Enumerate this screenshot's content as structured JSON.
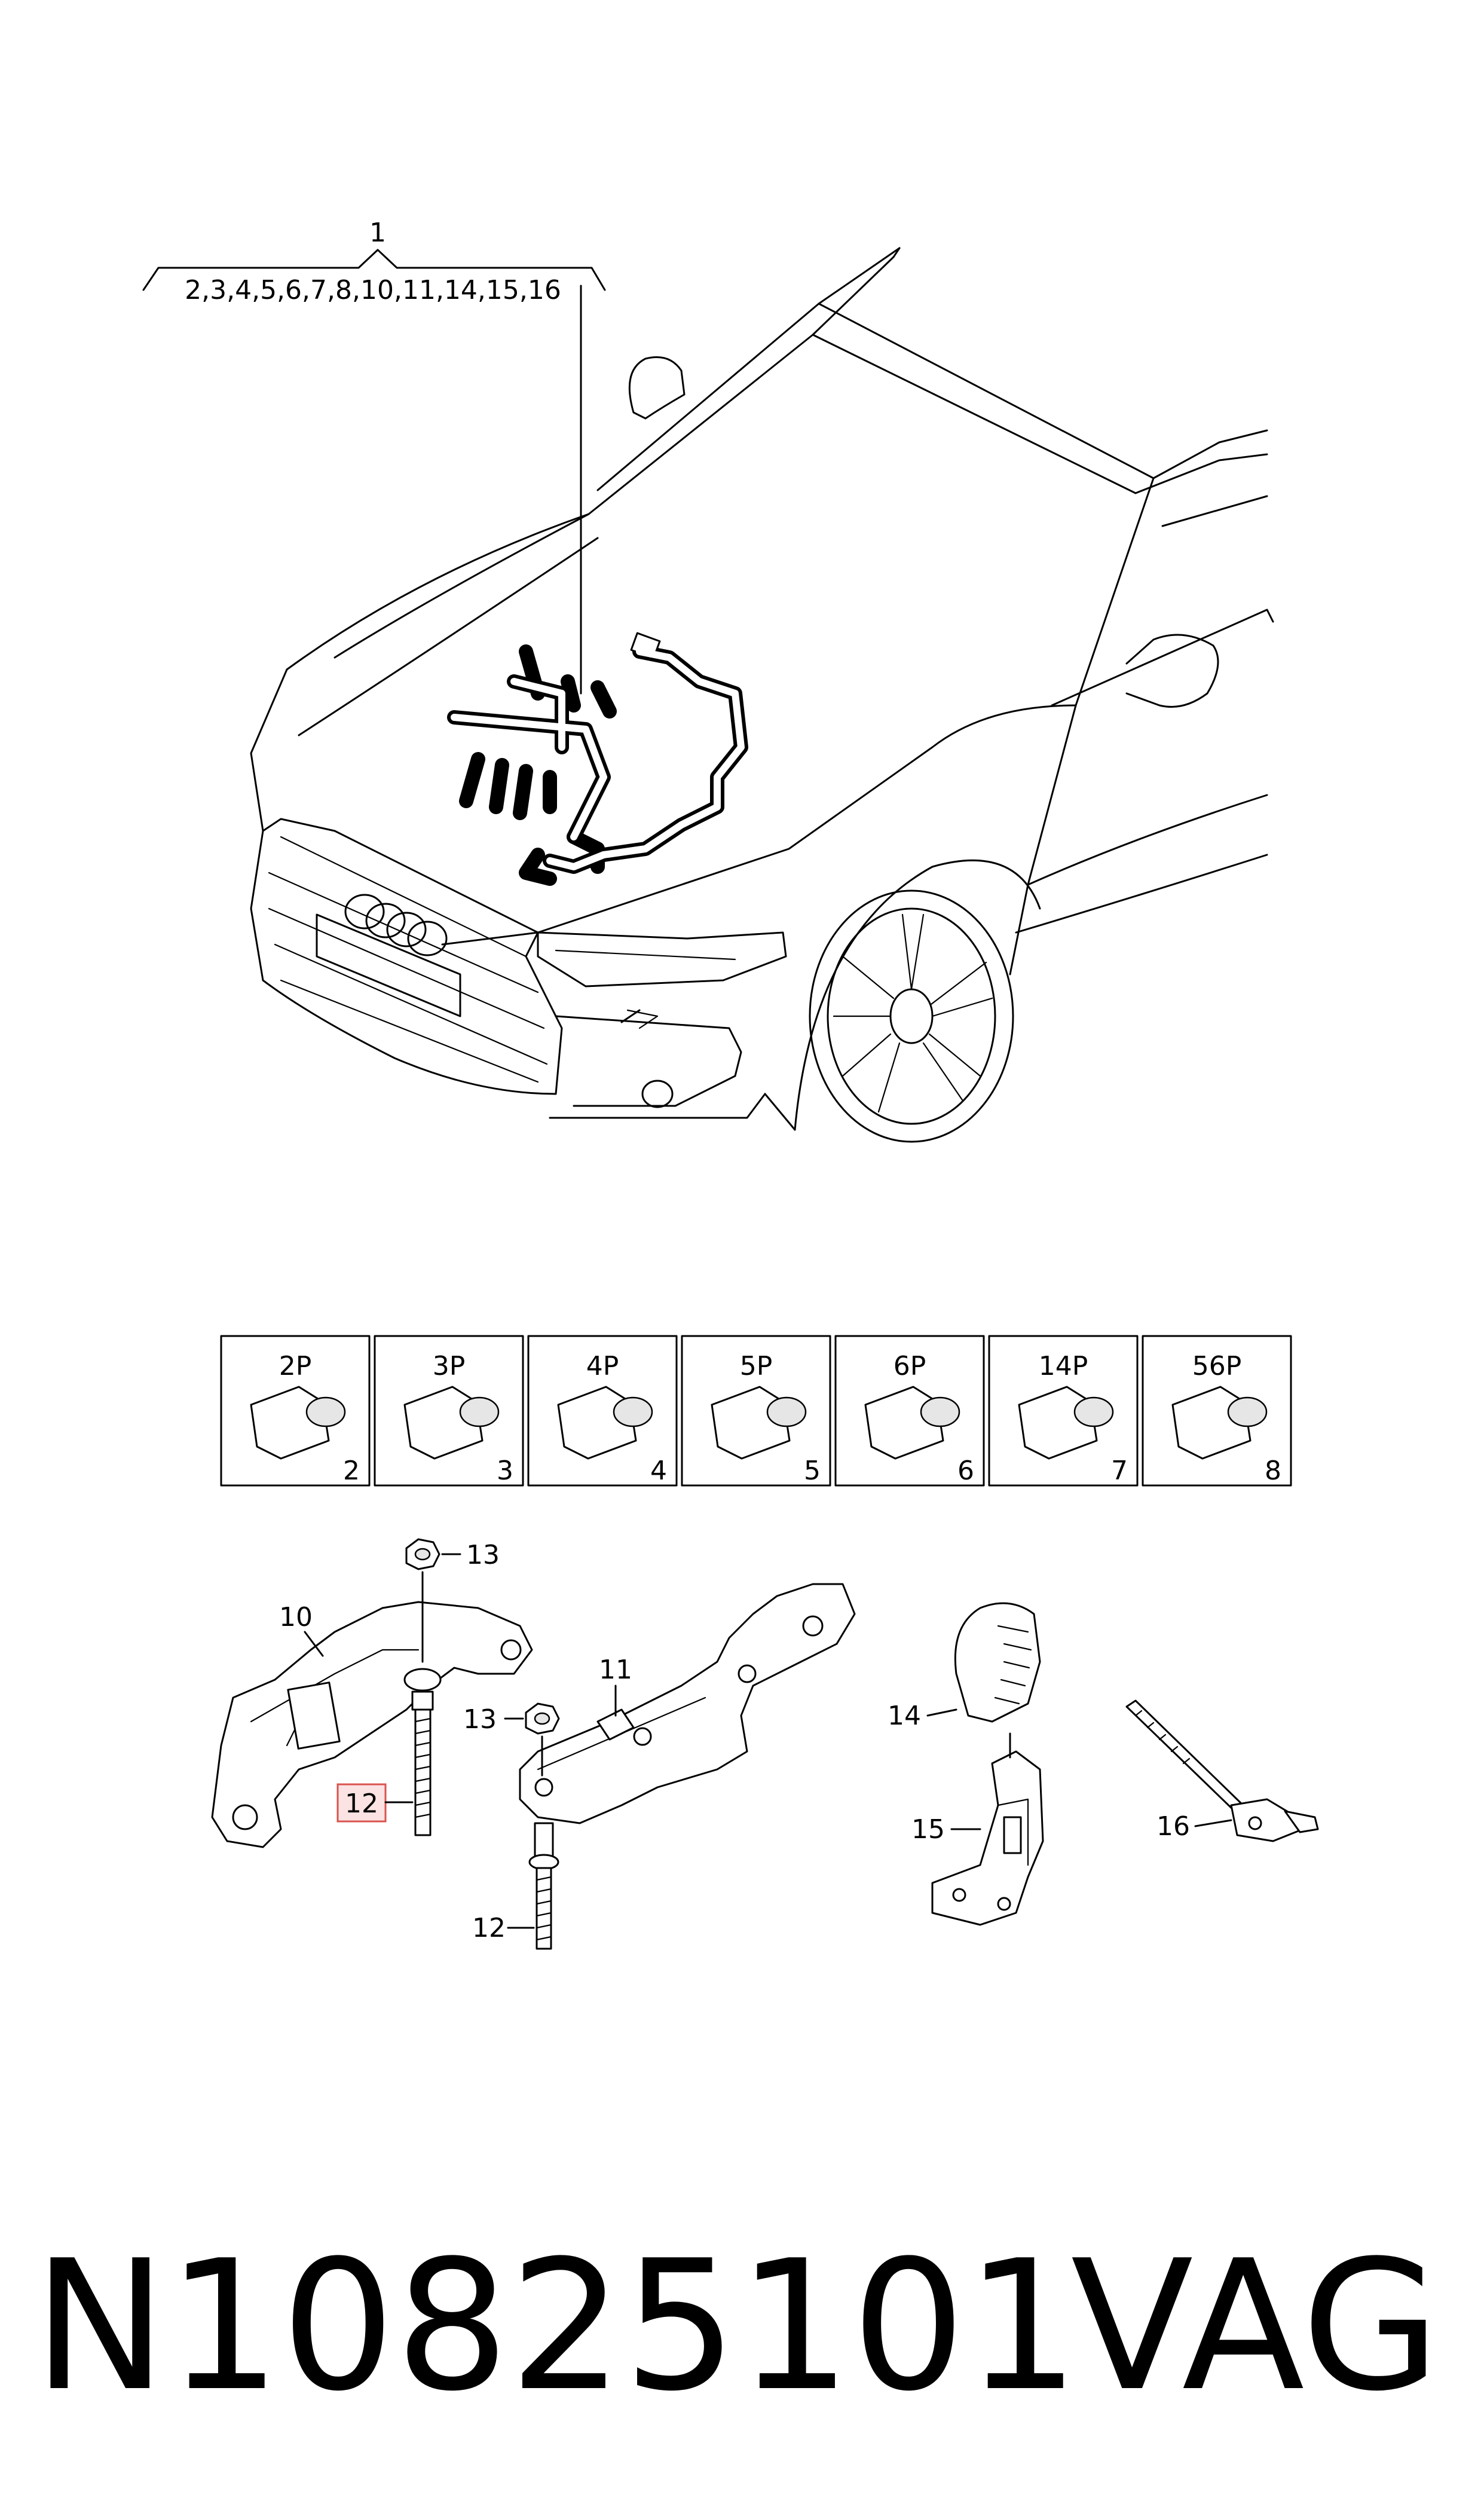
{
  "top_callout": {
    "number": "1",
    "includes": "2,3,4,5,6,7,8,10,11,14,15,16"
  },
  "connectors": [
    {
      "pins": "2P",
      "number": "2"
    },
    {
      "pins": "3P",
      "number": "3"
    },
    {
      "pins": "4P",
      "number": "4"
    },
    {
      "pins": "5P",
      "number": "5"
    },
    {
      "pins": "6P",
      "number": "6"
    },
    {
      "pins": "14P",
      "number": "7"
    },
    {
      "pins": "56P",
      "number": "8"
    }
  ],
  "callouts": {
    "c10": "10",
    "c11": "11",
    "c12a": "12",
    "c12b": "12",
    "c13a": "13",
    "c13b": "13",
    "c14": "14",
    "c15": "15",
    "c16": "16"
  },
  "footer": {
    "part_number": "N10825101",
    "brand": "VAG"
  },
  "colors": {
    "highlight_box": "#d9534f",
    "highlight_fill": "#fbe3e3"
  }
}
